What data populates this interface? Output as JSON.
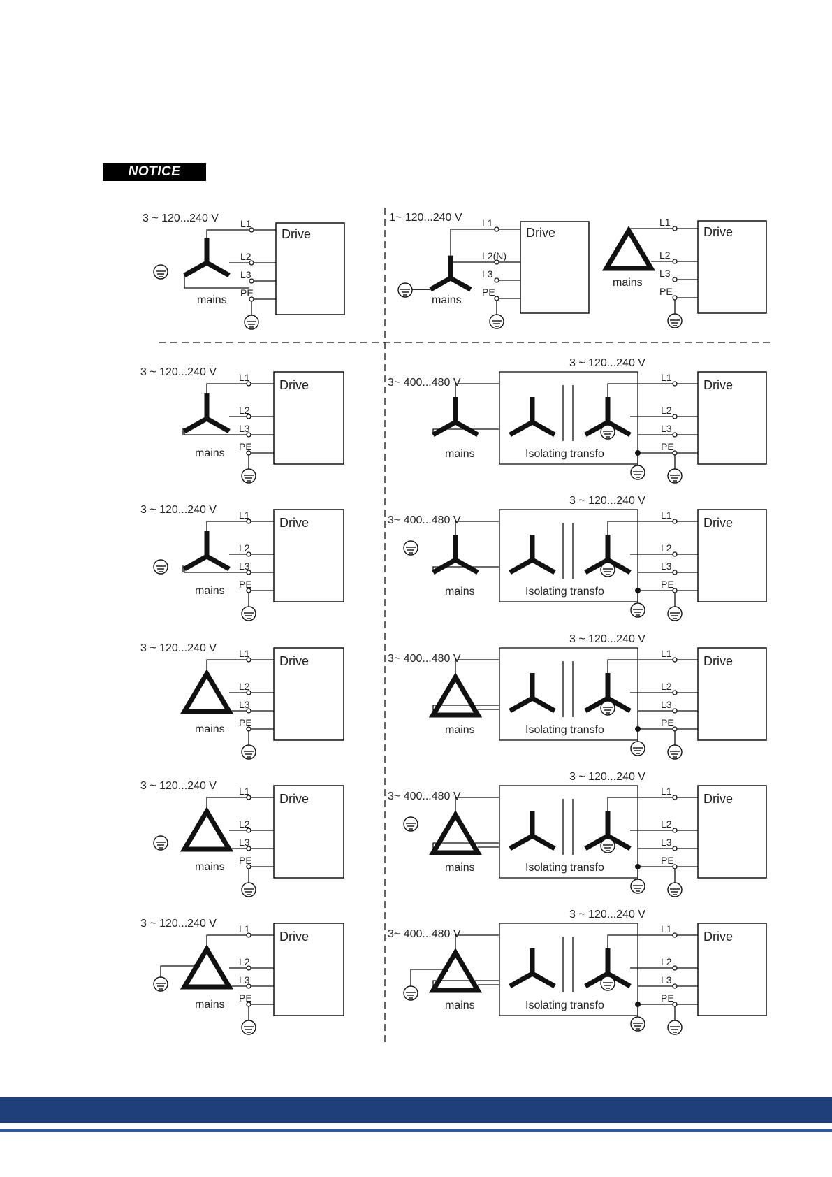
{
  "notice": "NOTICE",
  "labels": {
    "drive": "Drive",
    "mains": "mains",
    "l1": "L1",
    "l2": "L2",
    "l2n": "L2(N)",
    "l3": "L3",
    "pe": "PE",
    "isolating": "Isolating transfo",
    "v3_120_240": "3 ~ 120...240 V",
    "v1_120_240": "1~ 120...240 V",
    "v3_400_480": "3~ 400...480 V"
  },
  "colors": {
    "footer_band": "#1e3f7a",
    "footer_line": "#2a5aa8",
    "line": "#111111"
  },
  "rows": [
    {
      "left": "wye",
      "left_ground": true,
      "right": [
        "single_phase_wye",
        "delta"
      ]
    },
    {
      "left": "wye",
      "left_ground": false,
      "right_mains": "wye",
      "mains_ground": false,
      "secondary_ground": true
    },
    {
      "left": "wye",
      "left_ground": true,
      "right_mains": "wye",
      "mains_ground": true,
      "secondary_ground": true
    },
    {
      "left": "delta",
      "left_ground": false,
      "right_mains": "delta",
      "mains_ground": false,
      "secondary_ground": true
    },
    {
      "left": "delta",
      "left_ground": true,
      "right_mains": "delta",
      "mains_ground": true,
      "secondary_ground": true
    },
    {
      "left": "corner_delta",
      "left_ground": true,
      "right_mains": "corner_delta",
      "mains_ground": true,
      "secondary_ground": true
    }
  ]
}
